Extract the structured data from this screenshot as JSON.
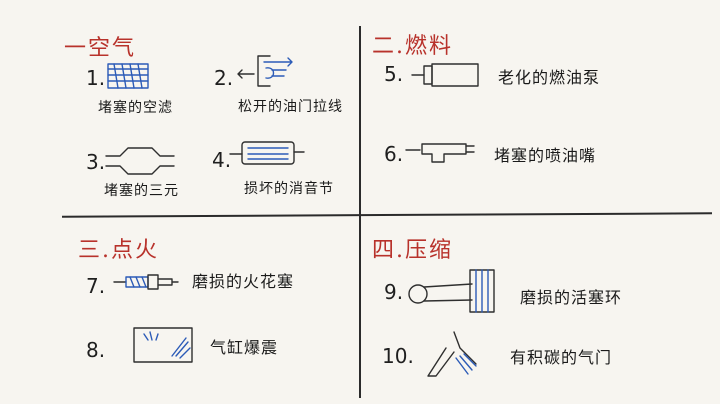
{
  "quadrants": [
    {
      "title": "一空气",
      "items": [
        {
          "num": "1.",
          "label": "堵塞的空滤",
          "icon": "air-filter-icon"
        },
        {
          "num": "2.",
          "label": "松开的油门拉线",
          "icon": "throttle-cable-icon"
        },
        {
          "num": "3.",
          "label": "堵塞的三元",
          "icon": "catalytic-converter-icon"
        },
        {
          "num": "4.",
          "label": "损坏的消音节",
          "icon": "muffler-icon"
        }
      ]
    },
    {
      "title": "二.燃料",
      "items": [
        {
          "num": "5.",
          "label": "老化的燃油泵",
          "icon": "fuel-pump-icon"
        },
        {
          "num": "6.",
          "label": "堵塞的喷油嘴",
          "icon": "fuel-injector-icon"
        }
      ]
    },
    {
      "title": "三.点火",
      "items": [
        {
          "num": "7.",
          "label": "磨损的火花塞",
          "icon": "spark-plug-icon"
        },
        {
          "num": "8.",
          "label": "气缸爆震",
          "icon": "cylinder-knock-icon"
        }
      ]
    },
    {
      "title": "四.压缩",
      "items": [
        {
          "num": "9.",
          "label": "磨损的活塞环",
          "icon": "piston-ring-icon"
        },
        {
          "num": "10.",
          "label": "有积碳的气门",
          "icon": "valve-icon"
        }
      ]
    }
  ],
  "colors": {
    "title": "#b8322b",
    "ink": "#1f1f1f",
    "accent": "#2c5bb7",
    "paper": "#f7f5f0"
  }
}
